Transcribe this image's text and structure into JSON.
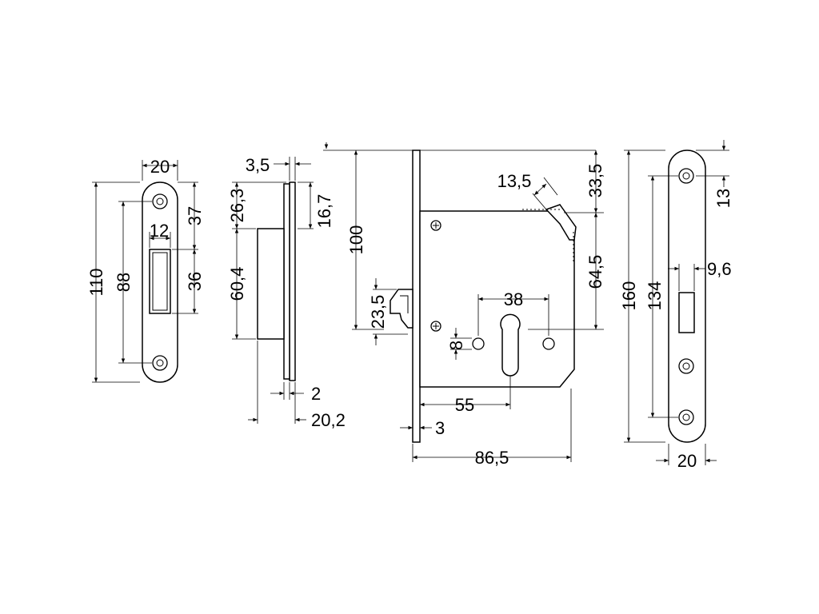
{
  "dimensions": {
    "strike_small": {
      "width_top": "20",
      "height_total": "110",
      "hole_spacing": "88",
      "slot_width": "12",
      "offset_top": "37",
      "slot_height": "36"
    },
    "latch_side": {
      "plate_thickness": "3,5",
      "offset_a": "26,3",
      "offset_b": "16,7",
      "latch_height": "60,4",
      "plate_step": "2",
      "latch_depth": "20,2"
    },
    "lock_body": {
      "height": "100",
      "latch_offset": "23,5",
      "bolt_width": "13,5",
      "top_offset": "33,5",
      "backset_height": "64,5",
      "hole_distance": "38",
      "spindle_dia": "8",
      "backset": "55",
      "faceplate": "3",
      "body_width": "86,5"
    },
    "strike_large": {
      "height_total": "160",
      "hole_spacing": "134",
      "top_offset": "13",
      "slot_width": "9,6",
      "width_bottom": "20"
    }
  }
}
